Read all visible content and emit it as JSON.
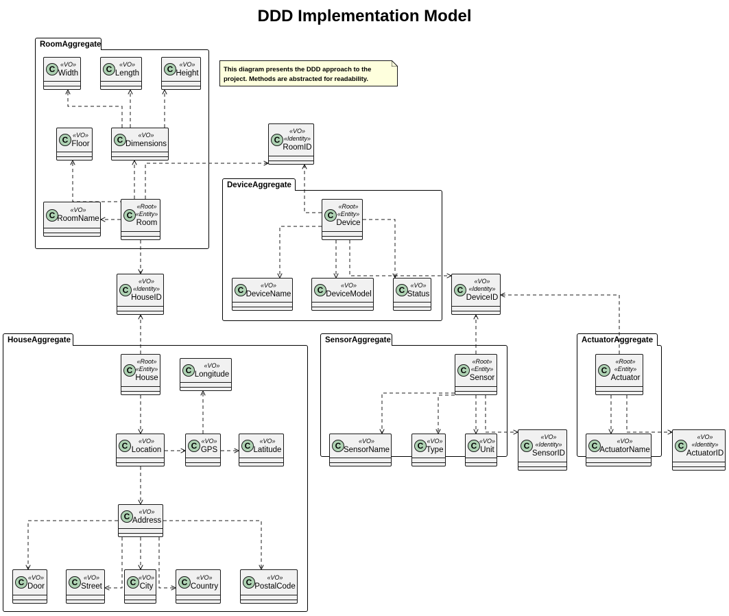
{
  "title": "DDD Implementation Model",
  "note": "This diagram presents the DDD approach to the project. Methods are abstracted for readability.",
  "badge": "C",
  "colors": {
    "class_fill": "#f1f1f1",
    "badge_fill": "#add1b2",
    "note_fill": "#feffdd",
    "line": "#181818"
  },
  "packages": [
    {
      "id": "room",
      "label": "RoomAggregate"
    },
    {
      "id": "device",
      "label": "DeviceAggregate"
    },
    {
      "id": "house",
      "label": "HouseAggregate"
    },
    {
      "id": "sensor",
      "label": "SensorAggregate"
    },
    {
      "id": "actuator",
      "label": "ActuatorAggregate"
    }
  ],
  "classes": [
    {
      "id": "width",
      "name": "Width",
      "stereotypes": [
        "«VO»"
      ]
    },
    {
      "id": "length",
      "name": "Length",
      "stereotypes": [
        "«VO»"
      ]
    },
    {
      "id": "height",
      "name": "Height",
      "stereotypes": [
        "«VO»"
      ]
    },
    {
      "id": "floor",
      "name": "Floor",
      "stereotypes": [
        "«VO»"
      ]
    },
    {
      "id": "dimensions",
      "name": "Dimensions",
      "stereotypes": [
        "«VO»"
      ]
    },
    {
      "id": "roomname",
      "name": "RoomName",
      "stereotypes": [
        "«VO»"
      ]
    },
    {
      "id": "room",
      "name": "Room",
      "stereotypes": [
        "«Root»",
        "«Entity»"
      ]
    },
    {
      "id": "roomid",
      "name": "RoomID",
      "stereotypes": [
        "«VO»",
        "«Identity»"
      ]
    },
    {
      "id": "device",
      "name": "Device",
      "stereotypes": [
        "«Root»",
        "«Entity»"
      ]
    },
    {
      "id": "devicename",
      "name": "DeviceName",
      "stereotypes": [
        "«VO»"
      ]
    },
    {
      "id": "devicemodel",
      "name": "DeviceModel",
      "stereotypes": [
        "«VO»"
      ]
    },
    {
      "id": "status",
      "name": "Status",
      "stereotypes": [
        "«VO»"
      ]
    },
    {
      "id": "deviceid",
      "name": "DeviceID",
      "stereotypes": [
        "«VO»",
        "«Identity»"
      ]
    },
    {
      "id": "houseid",
      "name": "HouseID",
      "stereotypes": [
        "«VO»",
        "«Identity»"
      ]
    },
    {
      "id": "house",
      "name": "House",
      "stereotypes": [
        "«Root»",
        "«Entity»"
      ]
    },
    {
      "id": "longitude",
      "name": "Longitude",
      "stereotypes": [
        "«VO»"
      ]
    },
    {
      "id": "location",
      "name": "Location",
      "stereotypes": [
        "«VO»"
      ]
    },
    {
      "id": "gps",
      "name": "GPS",
      "stereotypes": [
        "«VO»"
      ]
    },
    {
      "id": "latitude",
      "name": "Latitude",
      "stereotypes": [
        "«VO»"
      ]
    },
    {
      "id": "address",
      "name": "Address",
      "stereotypes": [
        "«VO»"
      ]
    },
    {
      "id": "door",
      "name": "Door",
      "stereotypes": [
        "«VO»"
      ]
    },
    {
      "id": "street",
      "name": "Street",
      "stereotypes": [
        "«VO»"
      ]
    },
    {
      "id": "city",
      "name": "City",
      "stereotypes": [
        "«VO»"
      ]
    },
    {
      "id": "country",
      "name": "Country",
      "stereotypes": [
        "«VO»"
      ]
    },
    {
      "id": "postalcode",
      "name": "PostalCode",
      "stereotypes": [
        "«VO»"
      ]
    },
    {
      "id": "sensor",
      "name": "Sensor",
      "stereotypes": [
        "«Root»",
        "«Entity»"
      ]
    },
    {
      "id": "sensorname",
      "name": "SensorName",
      "stereotypes": [
        "«VO»"
      ]
    },
    {
      "id": "type",
      "name": "Type",
      "stereotypes": [
        "«VO»"
      ]
    },
    {
      "id": "unit",
      "name": "Unit",
      "stereotypes": [
        "«VO»"
      ]
    },
    {
      "id": "sensorid",
      "name": "SensorID",
      "stereotypes": [
        "«VO»",
        "«Identity»"
      ]
    },
    {
      "id": "actuator",
      "name": "Actuator",
      "stereotypes": [
        "«Root»",
        "«Entity»"
      ]
    },
    {
      "id": "actuatorname",
      "name": "ActuatorName",
      "stereotypes": [
        "«VO»"
      ]
    },
    {
      "id": "actuatorid",
      "name": "ActuatorID",
      "stereotypes": [
        "«VO»",
        "«Identity»"
      ]
    }
  ],
  "edges": [
    {
      "from": "dimensions",
      "to": "width"
    },
    {
      "from": "dimensions",
      "to": "length"
    },
    {
      "from": "dimensions",
      "to": "height"
    },
    {
      "from": "room",
      "to": "floor"
    },
    {
      "from": "room",
      "to": "dimensions"
    },
    {
      "from": "room",
      "to": "roomname"
    },
    {
      "from": "room",
      "to": "roomid"
    },
    {
      "from": "room",
      "to": "houseid"
    },
    {
      "from": "device",
      "to": "roomid"
    },
    {
      "from": "device",
      "to": "devicename"
    },
    {
      "from": "device",
      "to": "devicemodel"
    },
    {
      "from": "device",
      "to": "status"
    },
    {
      "from": "device",
      "to": "deviceid"
    },
    {
      "from": "house",
      "to": "houseid"
    },
    {
      "from": "house",
      "to": "location"
    },
    {
      "from": "location",
      "to": "gps"
    },
    {
      "from": "gps",
      "to": "longitude"
    },
    {
      "from": "gps",
      "to": "latitude"
    },
    {
      "from": "location",
      "to": "address"
    },
    {
      "from": "address",
      "to": "door"
    },
    {
      "from": "address",
      "to": "street"
    },
    {
      "from": "address",
      "to": "city"
    },
    {
      "from": "address",
      "to": "country"
    },
    {
      "from": "address",
      "to": "postalcode"
    },
    {
      "from": "sensor",
      "to": "deviceid"
    },
    {
      "from": "sensor",
      "to": "sensorname"
    },
    {
      "from": "sensor",
      "to": "type"
    },
    {
      "from": "sensor",
      "to": "unit"
    },
    {
      "from": "sensor",
      "to": "sensorid"
    },
    {
      "from": "actuator",
      "to": "deviceid"
    },
    {
      "from": "actuator",
      "to": "actuatorname"
    },
    {
      "from": "actuator",
      "to": "actuatorid"
    }
  ]
}
